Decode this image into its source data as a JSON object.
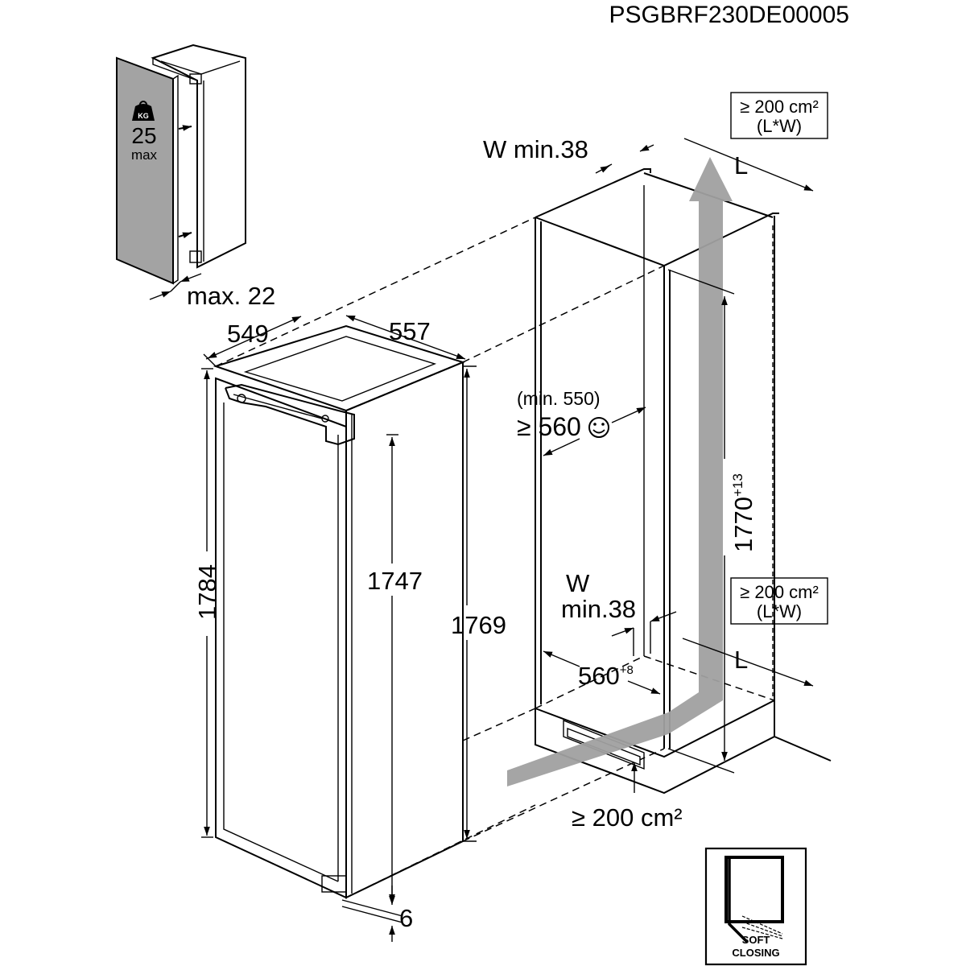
{
  "model_code": "PSGBRF230DE00005",
  "door_panel": {
    "weight_icon_text": "KG",
    "weight_value": "25",
    "weight_unit": "max",
    "thickness_label": "max. 22"
  },
  "appliance": {
    "depth": "549",
    "width": "557",
    "overall_height": "1784",
    "door_height": "1747",
    "body_height": "1769",
    "bottom_gap": "6"
  },
  "niche": {
    "top_vent_gap": "W min.38",
    "top_vent_area": "≥ 200 cm²",
    "top_vent_formula": "(L*W)",
    "top_length": "L",
    "depth_min": "(min. 550)",
    "depth_recommended": "≥ 560",
    "height": "1770",
    "height_tolerance": "+13",
    "bottom_gap_w": "W",
    "bottom_gap_min": "min.38",
    "bottom_vent_area": "≥ 200 cm²",
    "bottom_vent_formula": "(L*W)",
    "bottom_length": "L",
    "width": "560",
    "width_tolerance": "+8",
    "plinth_vent_area": "≥ 200 cm²"
  },
  "soft_closing": {
    "line1": "SOFT",
    "line2": "CLOSING"
  },
  "colors": {
    "line": "#000000",
    "panel_fill": "#a3a3a3",
    "airflow_arrow": "#a0a0a0",
    "background": "#ffffff"
  },
  "icons": [
    "weight-icon",
    "smiley-icon",
    "soft-closing-icon",
    "airflow-arrow-icon"
  ]
}
